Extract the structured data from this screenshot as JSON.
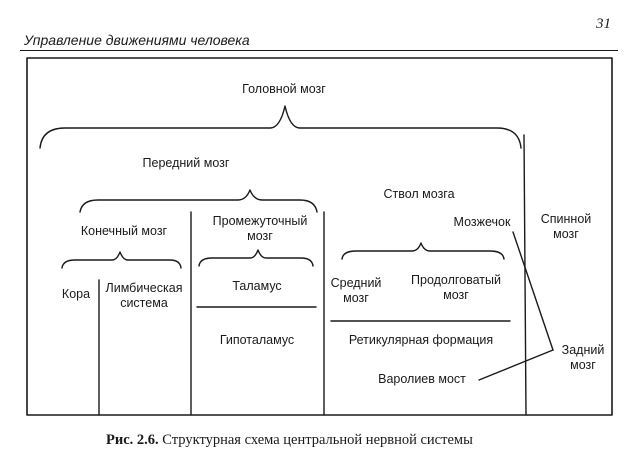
{
  "header": {
    "page_number": "31",
    "running_title": "Управление движениями человека"
  },
  "diagram": {
    "head_brain": "Головной мозг",
    "forebrain": "Передний мозг",
    "brainstem": "Ствол мозга",
    "telencephalon": "Конечный мозг",
    "diencephalon": [
      "Промежуточный",
      "мозг"
    ],
    "cerebellum": "Мозжечок",
    "spinal_cord": [
      "Спинной",
      "мозг"
    ],
    "cortex": "Кора",
    "limbic_system": [
      "Лимбическая",
      "система"
    ],
    "thalamus": "Таламус",
    "hypothalamus": "Гипоталамус",
    "midbrain": [
      "Средний",
      "мозг"
    ],
    "medulla": [
      "Продолговатый",
      "мозг"
    ],
    "reticular_formation": "Ретикулярная формация",
    "pons": "Варолиев мост",
    "hindbrain": [
      "Задний",
      "мозг"
    ]
  },
  "caption": {
    "label": "Рис. 2.6.",
    "text": "Структурная схема центральной нервной системы"
  }
}
